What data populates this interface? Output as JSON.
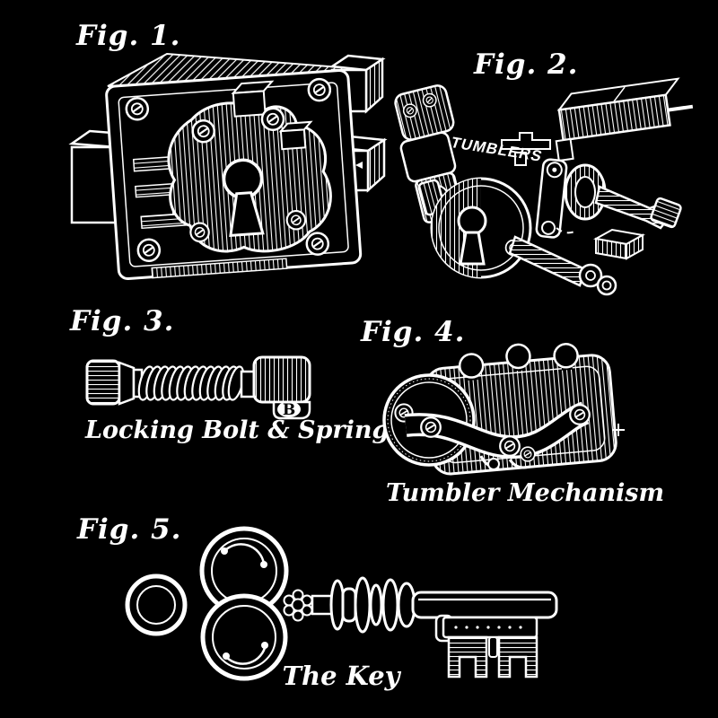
{
  "canvas": {
    "background": "#000000",
    "ink": "#ffffff"
  },
  "figures": [
    {
      "label": "Fig. 1.",
      "subject": "rim lock assembly"
    },
    {
      "label": "Fig. 2.",
      "annotation": "TUMBLERS",
      "subject": "exploded tumbler parts"
    },
    {
      "label": "Fig. 3.",
      "caption": "Locking Bolt & Spring",
      "stamp_letter": "B",
      "subject": "locking bolt and spring"
    },
    {
      "label": "Fig. 4.",
      "caption": "Tumbler Mechanism",
      "subject": "tumbler mechanism case"
    },
    {
      "label": "Fig. 5.",
      "caption": "The Key",
      "subject": "skeleton key"
    }
  ]
}
